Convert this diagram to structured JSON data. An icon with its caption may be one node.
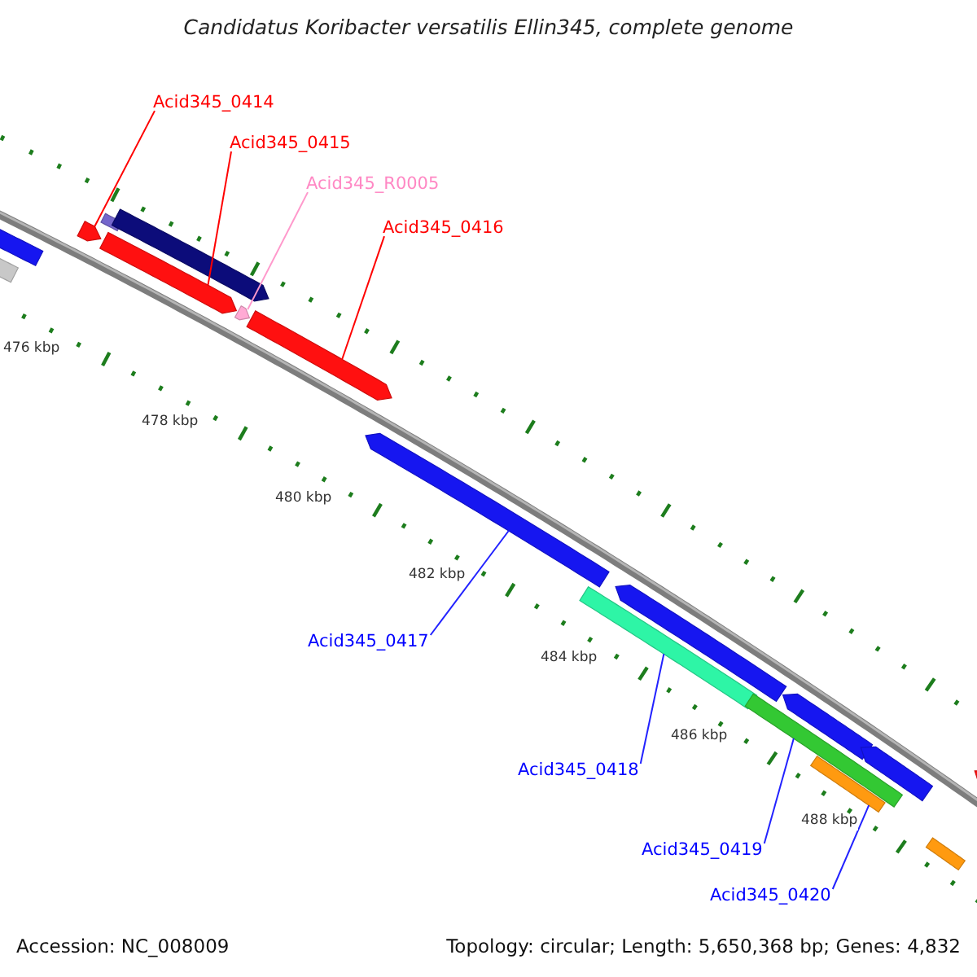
{
  "diagram": {
    "title": "Candidatus Koribacter versatilis Ellin345, complete genome",
    "nodes": [
      {
        "text": [
          "Acid345_0414"
        ]
      },
      {
        "text": [
          "Acid345_0415"
        ]
      },
      {
        "text": [
          "Acid345_R0005"
        ]
      },
      {
        "text": [
          "Acid345_0416"
        ]
      },
      {
        "text": [
          "Acid345_0417"
        ]
      },
      {
        "text": [
          "Acid345_0418"
        ]
      },
      {
        "text": [
          "Acid345_0419"
        ]
      },
      {
        "text": [
          "Acid345_0420"
        ]
      },
      {
        "text": [],
        "shape": "bar"
      },
      {
        "text": [],
        "shape": "bar"
      },
      {
        "text": [],
        "shape": "bar"
      },
      {
        "text": [],
        "shape": "bar"
      },
      {
        "text": [],
        "shape": "bar"
      },
      {
        "text": [],
        "shape": "bar"
      },
      {
        "text": [],
        "shape": "bar"
      },
      {
        "text": [],
        "shape": "bar"
      },
      {
        "text": [],
        "shape": "bar"
      },
      {
        "text": [],
        "shape": "bar"
      },
      {
        "text": [],
        "shape": "bar"
      },
      {
        "text": [],
        "shape": "bar"
      },
      {
        "text": [],
        "shape": "bar"
      },
      {
        "text": [],
        "shape": "bar"
      },
      {
        "text": [],
        "shape": "bar"
      },
      {
        "text": [],
        "shape": "bar"
      },
      {
        "text": [],
        "shape": "bar"
      }
    ],
    "edges": [
      {
        "from": 0,
        "to": 10,
        "arrow": "none",
        "color": "#ff0000"
      },
      {
        "from": 1,
        "to": 12,
        "arrow": "none",
        "color": "#ff0000"
      },
      {
        "from": 2,
        "to": 14,
        "arrow": "none",
        "color": "#ff99cc"
      },
      {
        "from": 3,
        "to": 15,
        "arrow": "none",
        "color": "#ff0000"
      },
      {
        "from": 4,
        "to": 16,
        "arrow": "none"
      },
      {
        "from": 5,
        "to": 17,
        "arrow": "none"
      },
      {
        "from": 6,
        "to": 19,
        "arrow": "none"
      },
      {
        "from": 7,
        "to": 21,
        "arrow": "none"
      }
    ],
    "labels": [
      "476 kbp",
      "478 kbp",
      "480 kbp",
      "482 kbp",
      "484 kbp",
      "486 kbp",
      "488 kbp",
      "Accession: NC_008009",
      "Topology: circular; Length: 5,650,368 bp; Genes: 4,832"
    ]
  }
}
